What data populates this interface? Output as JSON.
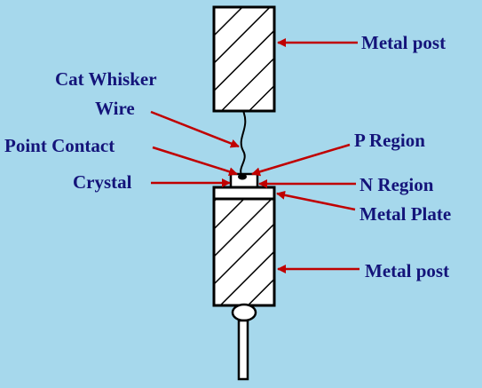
{
  "labels": {
    "top_metal_post": "Metal post",
    "cat_whisker_line1": "Cat Whisker",
    "cat_whisker_line2": "Wire",
    "point_contact": "Point Contact",
    "p_region": "P Region",
    "crystal": "Crystal",
    "n_region": "N Region",
    "metal_plate": "Metal Plate",
    "bottom_metal_post": "Metal post"
  },
  "colors": {
    "background": "#a6d8ec",
    "label_text": "#14147a",
    "arrow": "#c00000",
    "outline": "#000000",
    "fill": "#ffffff"
  }
}
